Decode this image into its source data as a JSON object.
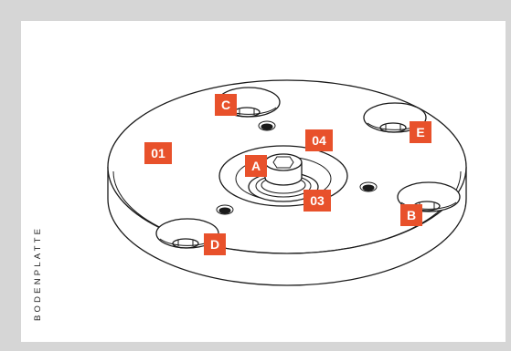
{
  "side_label": "BODENPLATTE",
  "accent_color": "#e8512b",
  "labels": {
    "part_01": "01",
    "part_03": "03",
    "part_04": "04",
    "hole_a": "A",
    "hole_b": "B",
    "hole_c": "C",
    "hole_d": "D",
    "hole_e": "E"
  }
}
